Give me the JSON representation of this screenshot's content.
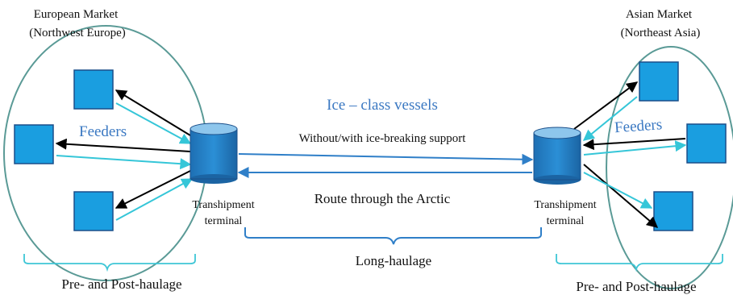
{
  "left_market": {
    "title": "European Market",
    "subtitle": "(Northwest Europe)",
    "feeders_label": "Feeders",
    "terminal_label_1": "Transhipment",
    "terminal_label_2": "terminal"
  },
  "right_market": {
    "title": "Asian Market",
    "subtitle": "(Northeast Asia)",
    "feeders_label": "Feeders",
    "terminal_label_1": "Transhipment",
    "terminal_label_2": "terminal"
  },
  "route": {
    "vessels_label": "Ice – class vessels",
    "support_label": "Without/with ice-breaking support",
    "arctic_label": "Route through the Arctic"
  },
  "braces": {
    "long_haulage": "Long-haulage",
    "left_haulage": "Pre- and Post-haulage",
    "right_haulage": "Pre- and Post-haulage"
  },
  "colors": {
    "node_fill": "#1a9ee0",
    "market_ellipse": "#5a9a96",
    "outbound_arrow": "#000000",
    "inbound_arrow": "#35c6d8",
    "route_line": "#2f7fc8",
    "label_blue": "#3a78c2"
  }
}
